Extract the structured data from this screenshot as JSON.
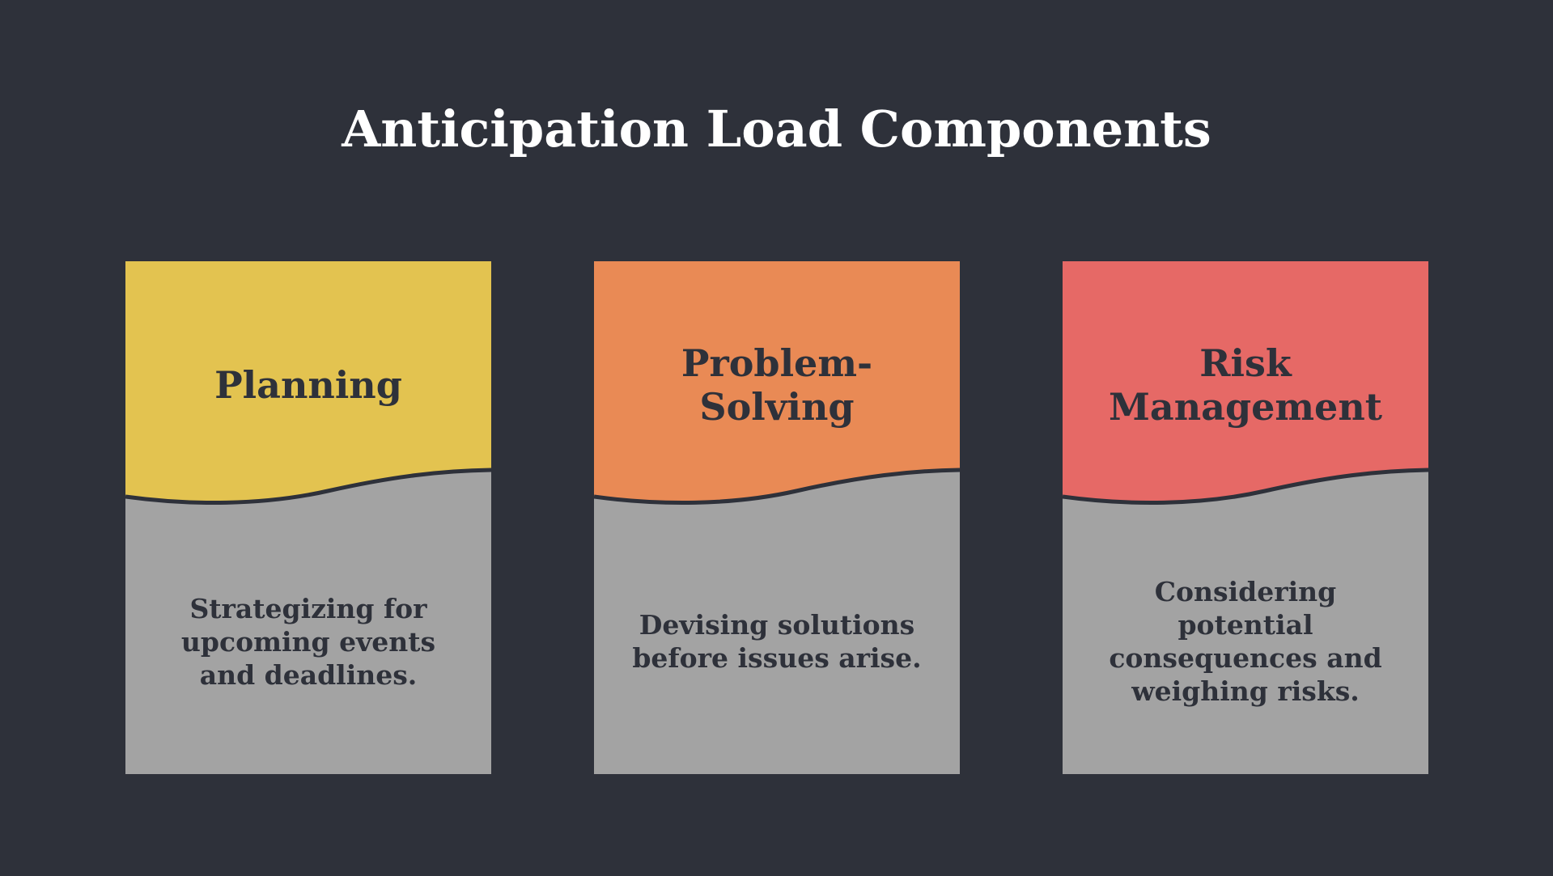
{
  "title": "Anticipation Load Components",
  "colors": {
    "background": "#2e313a",
    "card_body": "#a3a3a3",
    "text_dark": "#2e313a",
    "title_text": "#ffffff"
  },
  "cards": [
    {
      "heading": "Planning",
      "description": "Strategizing for upcoming events and deadlines.",
      "color": "#e3c350"
    },
    {
      "heading": "Problem-Solving",
      "description": "Devising solutions before issues arise.",
      "color": "#e98a55"
    },
    {
      "heading": "Risk Management",
      "description": "Considering potential consequences and weighing risks.",
      "color": "#e66966"
    }
  ]
}
